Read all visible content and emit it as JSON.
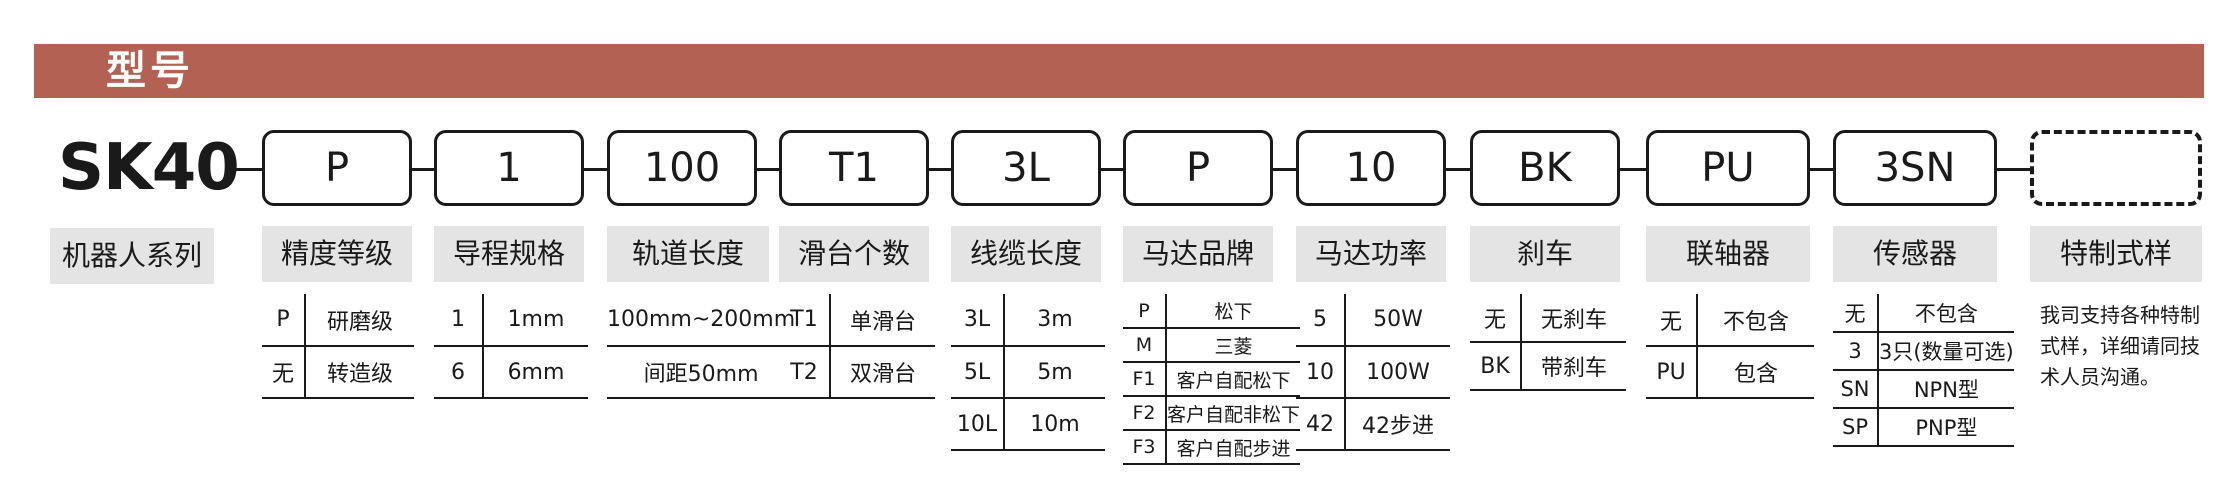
{
  "banner": {
    "title": "型号"
  },
  "model": {
    "code": "SK40",
    "series_label": "机器人系列"
  },
  "segments": [
    {
      "code": "P",
      "heading": "精度等级",
      "options": [
        {
          "k": "P",
          "v": "研磨级"
        },
        {
          "k": "无",
          "v": "转造级"
        }
      ]
    },
    {
      "code": "1",
      "heading": "导程规格",
      "options": [
        {
          "k": "1",
          "v": "1mm"
        },
        {
          "k": "6",
          "v": "6mm"
        }
      ]
    },
    {
      "code": "100",
      "heading": "轨道长度",
      "options": [
        {
          "v": "100mm~200mm"
        },
        {
          "v": "间距50mm"
        }
      ]
    },
    {
      "code": "T1",
      "heading": "滑台个数",
      "options": [
        {
          "k": "T1",
          "v": "单滑台"
        },
        {
          "k": "T2",
          "v": "双滑台"
        }
      ]
    },
    {
      "code": "3L",
      "heading": "线缆长度",
      "options": [
        {
          "k": "3L",
          "v": "3m"
        },
        {
          "k": "5L",
          "v": "5m"
        },
        {
          "k": "10L",
          "v": "10m"
        }
      ]
    },
    {
      "code": "P",
      "heading": "马达品牌",
      "options": [
        {
          "k": "P",
          "v": "松下"
        },
        {
          "k": "M",
          "v": "三菱"
        },
        {
          "k": "F1",
          "v": "客户自配松下"
        },
        {
          "k": "F2",
          "v": "客户自配非松下"
        },
        {
          "k": "F3",
          "v": "客户自配步进"
        }
      ]
    },
    {
      "code": "10",
      "heading": "马达功率",
      "options": [
        {
          "k": "5",
          "v": "50W"
        },
        {
          "k": "10",
          "v": "100W"
        },
        {
          "k": "42",
          "v": "42步进"
        }
      ]
    },
    {
      "code": "BK",
      "heading": "刹车",
      "options": [
        {
          "k": "无",
          "v": "无刹车"
        },
        {
          "k": "BK",
          "v": "带刹车"
        }
      ]
    },
    {
      "code": "PU",
      "heading": "联轴器",
      "options": [
        {
          "k": "无",
          "v": "不包含"
        },
        {
          "k": "PU",
          "v": "包含"
        }
      ]
    },
    {
      "code": "3SN",
      "heading": "传感器",
      "options": [
        {
          "k": "无",
          "v": "不包含"
        },
        {
          "k": "3",
          "v": "3只(数量可选)"
        },
        {
          "k": "SN",
          "v": "NPN型"
        },
        {
          "k": "SP",
          "v": "PNP型"
        }
      ]
    },
    {
      "code": "",
      "heading": "特制式样",
      "note": "我司支持各种特制式样，详细请同技术人员沟通。"
    }
  ]
}
